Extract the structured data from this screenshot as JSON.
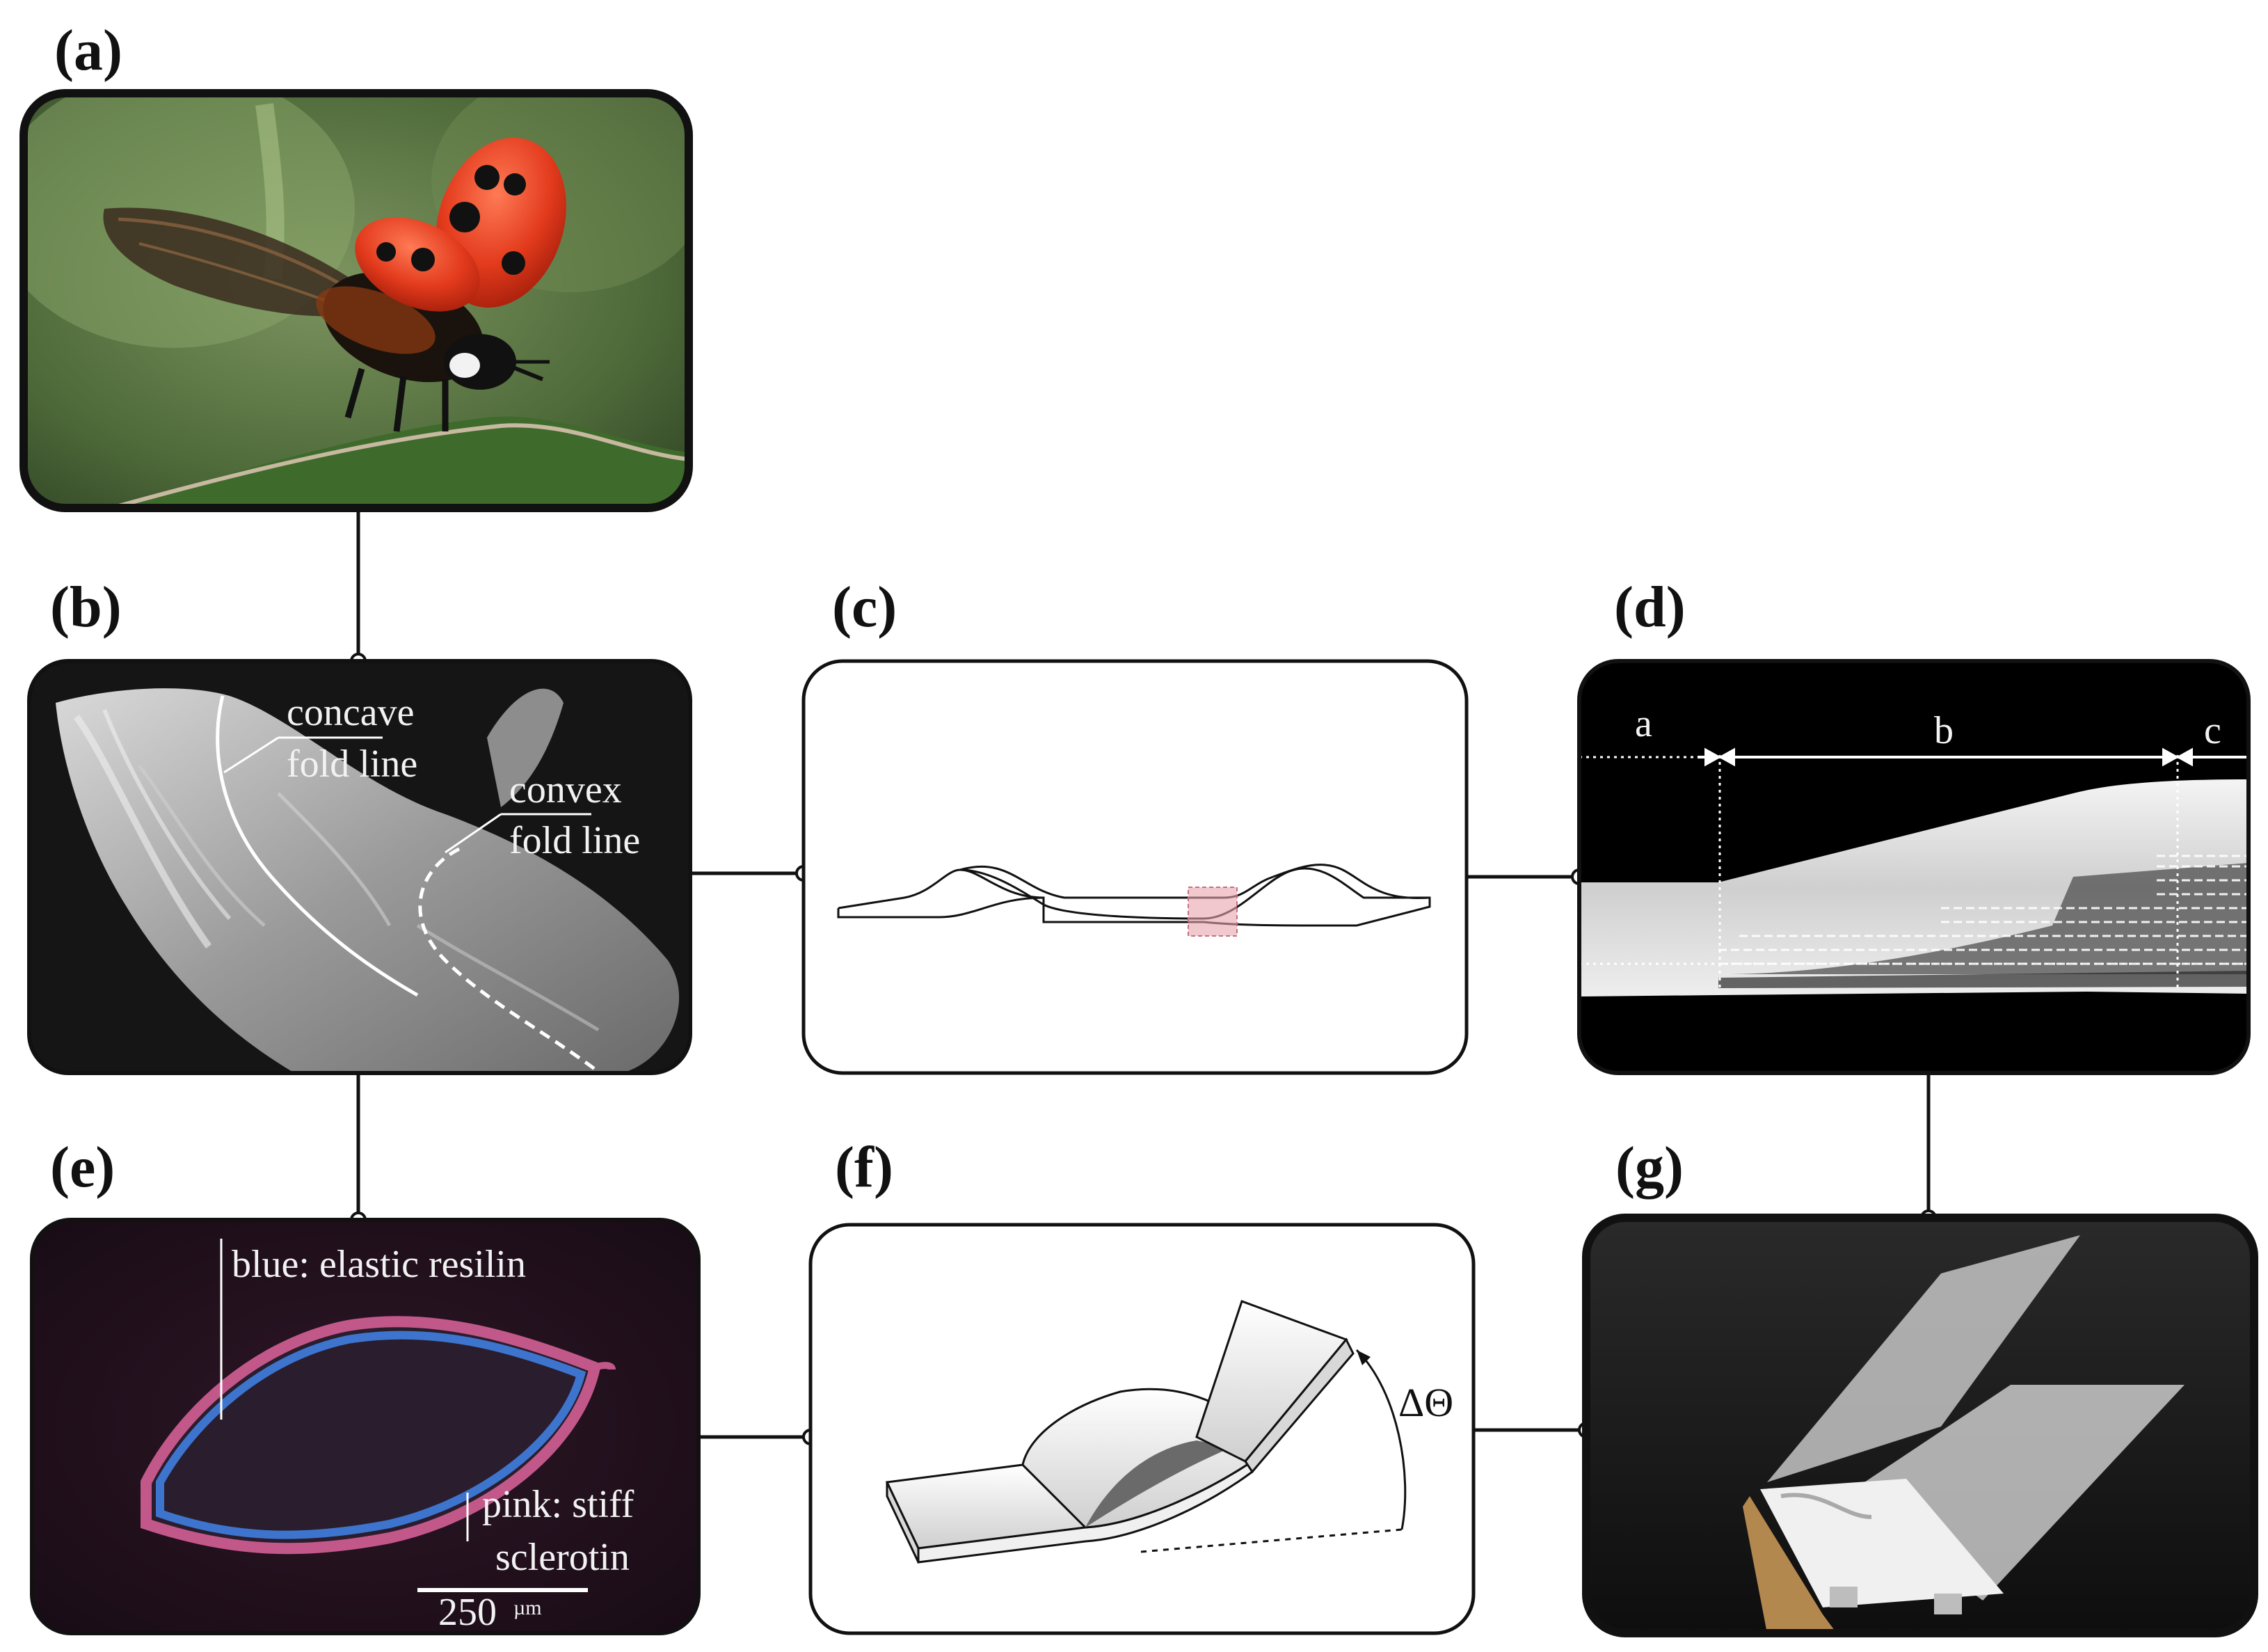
{
  "panels": {
    "a": {
      "label": "(a)"
    },
    "b": {
      "label": "(b)",
      "concave": [
        "concave",
        "fold line"
      ],
      "convex": [
        "convex",
        "fold line"
      ]
    },
    "c": {
      "label": "(c)"
    },
    "d": {
      "label": "(d)",
      "seg_a": "a",
      "seg_b": "b",
      "seg_c": "c"
    },
    "e": {
      "label": "(e)",
      "blue": "blue: elastic resilin",
      "pink": [
        "pink: stiff",
        "sclerotin"
      ],
      "scale_value": "250",
      "scale_unit": "µm"
    },
    "f": {
      "label": "(f)",
      "angle": "ΔΘ"
    },
    "g": {
      "label": "(g)"
    }
  },
  "colors": {
    "ladybird_red": "#e23a1c",
    "highlight_pink": "#e8a3ad",
    "resilin_blue": "#3f7fe0",
    "sclerotin_pink": "#c2588a",
    "frame": "#111111"
  }
}
